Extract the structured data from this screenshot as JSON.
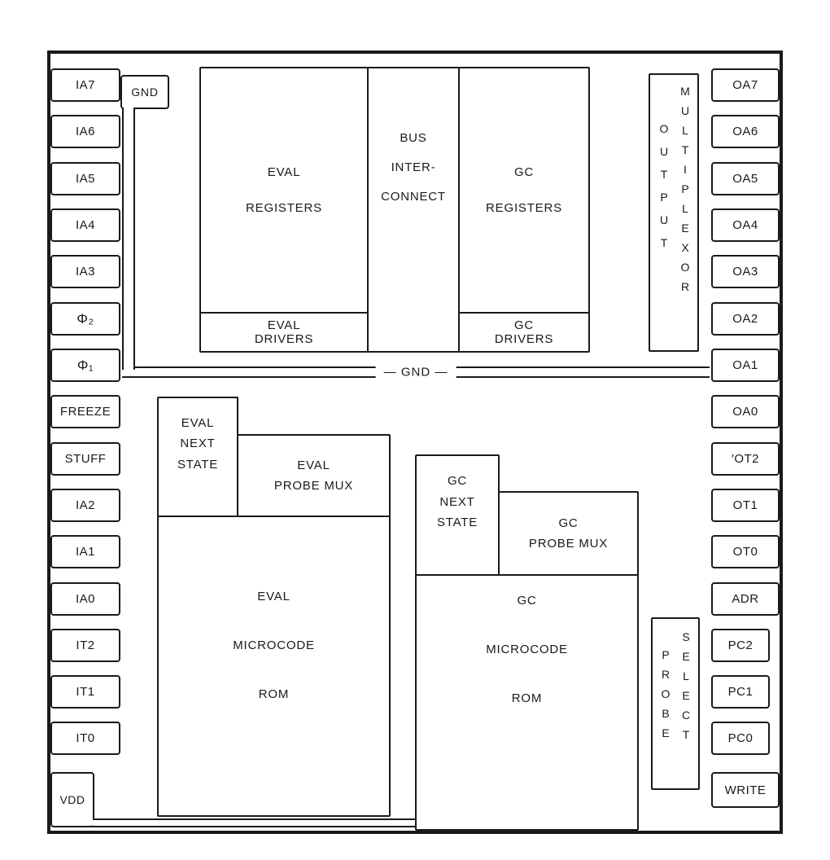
{
  "pins": {
    "left": [
      "IA7",
      "IA6",
      "IA5",
      "IA4",
      "IA3",
      "Φ₂",
      "Φ₁",
      "FREEZE",
      "STUFF",
      "IA2",
      "IA1",
      "IA0",
      "IT2",
      "IT1",
      "IT0",
      "VDD"
    ],
    "right": [
      "OA7",
      "OA6",
      "OA5",
      "OA4",
      "OA3",
      "OA2",
      "OA1",
      "OA0",
      "′OT2",
      "OT1",
      "OT0",
      "ADR",
      "PC2",
      "PC1",
      "PC0",
      "WRITE"
    ]
  },
  "blocks": {
    "gnd_tap": "GND",
    "eval_registers": "EVAL\nREGISTERS",
    "eval_drivers": "EVAL\nDRIVERS",
    "bus_interconnect": "BUS\nINTER-\nCONNECT",
    "gc_registers": "GC\nREGISTERS",
    "gc_drivers": "GC\nDRIVERS",
    "output_mux_col1": "OUTPUT",
    "output_mux_col2": "MULTIPLEXOR",
    "gnd_rail": "— GND —",
    "eval_next_state": "EVAL\nNEXT\nSTATE",
    "eval_probe_mux": "EVAL\nPROBE MUX",
    "eval_microcode_rom": "EVAL\nMICROCODE\nROM",
    "gc_next_state": "GC\nNEXT\nSTATE",
    "gc_probe_mux": "GC\nPROBE MUX",
    "gc_microcode_rom": "GC\nMICROCODE\nROM",
    "probe_select_col1": "PROBE",
    "probe_select_col2": "SELECT"
  },
  "colors": {
    "ink": "#1a1a1a",
    "paper": "#ffffff"
  }
}
